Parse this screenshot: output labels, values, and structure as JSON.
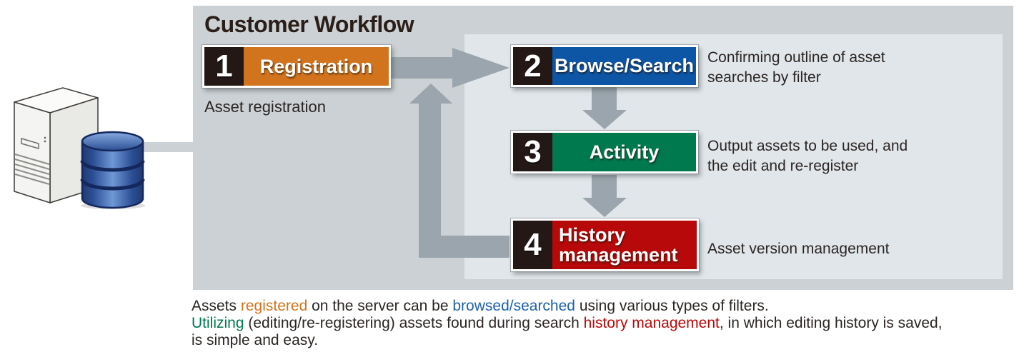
{
  "title": "Customer Workflow",
  "steps": [
    {
      "number": "1",
      "label": "Registration",
      "color": "#d2741e",
      "description": "Asset registration"
    },
    {
      "number": "2",
      "label": "Browse/Search",
      "color": "#0d55a5",
      "description": "Confirming outline of asset\nsearches by filter"
    },
    {
      "number": "3",
      "label": "Activity",
      "color": "#00794f",
      "description": "Output assets to be used, and\nthe edit and re-register"
    },
    {
      "number": "4",
      "label": "History management",
      "color": "#b70909",
      "description": "Asset version management"
    }
  ],
  "icons": {
    "server": "server-tower-icon",
    "database": "database-cylinder-icon"
  },
  "colors": {
    "panel_outer": "#cbd1d4",
    "panel_inner": "#e0e6e9",
    "arrow_gray": "#9ba5ad",
    "step_number_bg": "#231815",
    "registration_orange": "#d2741e",
    "browse_blue": "#0d55a5",
    "activity_green": "#00794f",
    "history_red": "#b70909",
    "body_text": "#2b2523",
    "database_blue": "#3b62a8"
  },
  "footer": {
    "lines": [
      {
        "segments": [
          {
            "text": "Assets "
          },
          {
            "text": "registered",
            "color": "#d2741e"
          },
          {
            "text": " on the server can be "
          },
          {
            "text": "browsed/searched",
            "color": "#1e61ad"
          },
          {
            "text": " using various types of filters."
          }
        ]
      },
      {
        "segments": [
          {
            "text": "Utilizing",
            "color": "#00794f"
          },
          {
            "text": " (editing/re-registering) assets found during search "
          },
          {
            "text": "history management",
            "color": "#c00505"
          },
          {
            "text": ", in which editing history is saved,"
          }
        ]
      },
      {
        "segments": [
          {
            "text": "is simple and easy."
          }
        ]
      }
    ]
  }
}
